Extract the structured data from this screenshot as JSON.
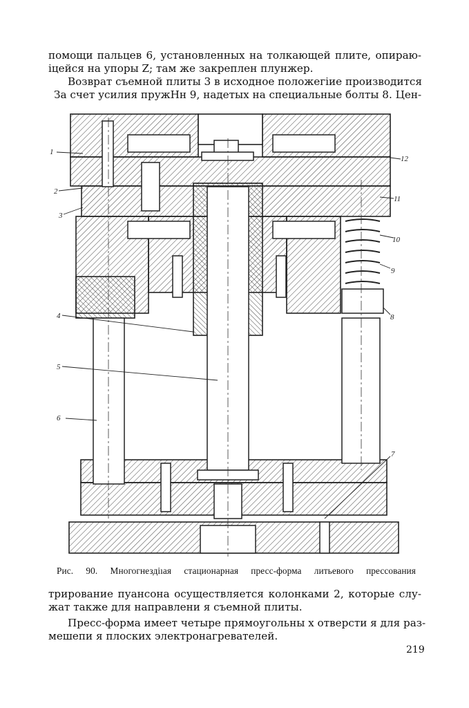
{
  "page": {
    "top_paragraph": {
      "lines": [
        "помощи пальцев 6, установленных на толкающей плите, опираю-",
        "іцейся на упоры Z; там же закреплен плунжер."
      ]
    },
    "second_paragraph": {
      "lines": [
        "Возврат съемной плиты 3 в исходное положегіие производится",
        "За счет усилия пружНн 9, надетых на специальные болты 8. Цен-"
      ]
    },
    "figure": {
      "caption": "Рис. 90. Многогнездіıая стационарная пресс-форма литьевого прессования",
      "callouts": [
        "1",
        "2",
        "3",
        "4",
        "5",
        "6",
        "7",
        "8",
        "9",
        "10",
        "11",
        "12"
      ]
    },
    "bottom_paragraph": {
      "lines": [
        "трирование пуансона осуществляется колонками 2, которые слу-",
        "жат также для направлени я съемной плиты."
      ]
    },
    "last_paragraph": {
      "lines": [
        "Пресс-форма имеет четыре прямоугольны х отверсти я для раз-",
        "мешепи я плоских электронагревателей."
      ]
    },
    "page_number": "219"
  }
}
